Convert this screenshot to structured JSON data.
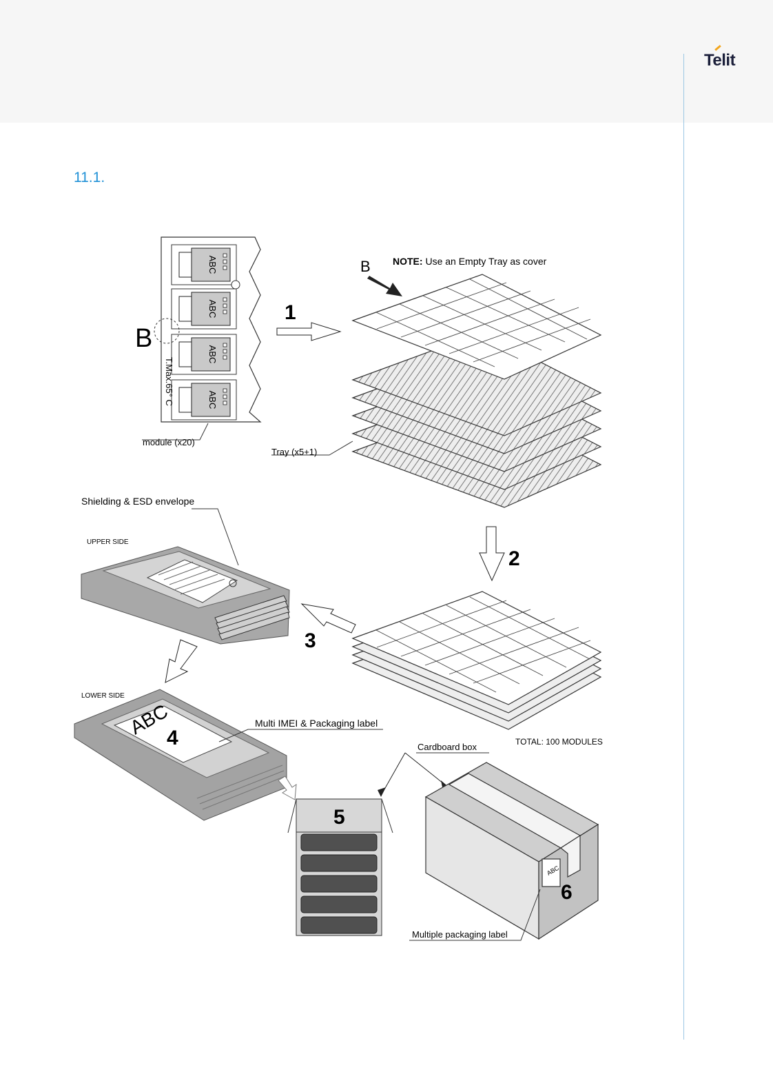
{
  "brand": {
    "logo_text": "Telit",
    "accent": "#1e90d6",
    "logo_mark_color": "#f2a51c"
  },
  "section": {
    "number": "11.1."
  },
  "figure": {
    "steps": [
      "1",
      "2",
      "3",
      "4",
      "5",
      "6"
    ],
    "tray_detail": {
      "module_text": "ABC",
      "callout": "B",
      "temp_label": "T.Max.65° C",
      "module_label": "module (x20)"
    },
    "tray_stack": {
      "callout": "B",
      "note_bold": "NOTE:",
      "note_text": " Use an Empty Tray as cover",
      "tray_label": "Tray  (x5+1)"
    },
    "envelope": {
      "title": "Shielding & ESD envelope",
      "upper_side": "UPPER SIDE",
      "lower_side": "LOWER SIDE",
      "lower_label_text": "ABC",
      "label_caption": "Multi IMEI & Packaging label"
    },
    "total": "TOTAL: 100 MODULES",
    "box": {
      "title": "Cardboard box",
      "label_text": "ABC",
      "label_caption": "Multiple packaging label"
    }
  }
}
